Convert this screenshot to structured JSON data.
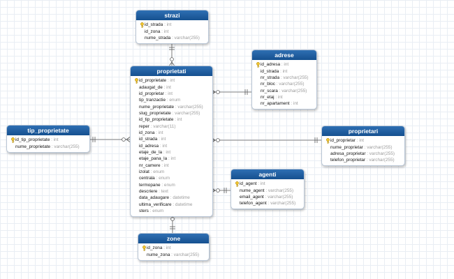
{
  "colors": {
    "header_top": "#2f6fb3",
    "header_bottom": "#15508f",
    "line": "#5a5a5a",
    "key_icon": "#f2c531",
    "type_text": "#9a9a9a"
  },
  "tables": [
    {
      "id": "strazi",
      "name": "strazi",
      "columns": [
        {
          "name": "id_strada",
          "type": "int",
          "pk": true
        },
        {
          "name": "id_zona",
          "type": "int",
          "pk": false
        },
        {
          "name": "nume_strada",
          "type": "varchar(255)",
          "pk": false
        }
      ]
    },
    {
      "id": "adrese",
      "name": "adrese",
      "columns": [
        {
          "name": "id_adresa",
          "type": "int",
          "pk": true
        },
        {
          "name": "id_strada",
          "type": "int",
          "pk": false
        },
        {
          "name": "nr_strada",
          "type": "varchar(255)",
          "pk": false
        },
        {
          "name": "nr_bloc",
          "type": "varchar(255)",
          "pk": false
        },
        {
          "name": "nr_scara",
          "type": "varchar(255)",
          "pk": false
        },
        {
          "name": "nr_etaj",
          "type": "int",
          "pk": false
        },
        {
          "name": "nr_apartament",
          "type": "int",
          "pk": false
        }
      ]
    },
    {
      "id": "proprietati",
      "name": "proprietati",
      "columns": [
        {
          "name": "id_proprietate",
          "type": "int",
          "pk": true
        },
        {
          "name": "adaugat_de",
          "type": "int",
          "pk": false
        },
        {
          "name": "id_proprietar",
          "type": "int",
          "pk": false
        },
        {
          "name": "tip_tranzactie",
          "type": "enum",
          "pk": false
        },
        {
          "name": "nume_proprietate",
          "type": "varchar(255)",
          "pk": false
        },
        {
          "name": "slug_proprietate",
          "type": "varchar(255)",
          "pk": false
        },
        {
          "name": "id_tip_proprietate",
          "type": "int",
          "pk": false
        },
        {
          "name": "reper",
          "type": "varchar(11)",
          "pk": false
        },
        {
          "name": "id_zona",
          "type": "int",
          "pk": false
        },
        {
          "name": "id_strada",
          "type": "int",
          "pk": false
        },
        {
          "name": "id_adresa",
          "type": "int",
          "pk": false
        },
        {
          "name": "etaje_de_la",
          "type": "int",
          "pk": false
        },
        {
          "name": "etaje_pana_la",
          "type": "int",
          "pk": false
        },
        {
          "name": "nr_camere",
          "type": "int",
          "pk": false
        },
        {
          "name": "izolat",
          "type": "enum",
          "pk": false
        },
        {
          "name": "centrala",
          "type": "enum",
          "pk": false
        },
        {
          "name": "termopane",
          "type": "enum",
          "pk": false
        },
        {
          "name": "descriere",
          "type": "text",
          "pk": false
        },
        {
          "name": "data_adaugare",
          "type": "datetime",
          "pk": false
        },
        {
          "name": "ultima_verificare",
          "type": "datetime",
          "pk": false
        },
        {
          "name": "sters",
          "type": "enum",
          "pk": false
        }
      ]
    },
    {
      "id": "tip_proprietate",
      "name": "tip_proprietate",
      "columns": [
        {
          "name": "id_tip_proprietate",
          "type": "int",
          "pk": true
        },
        {
          "name": "nume_proprietate",
          "type": "varchar(255)",
          "pk": false
        }
      ]
    },
    {
      "id": "proprietari",
      "name": "proprietari",
      "columns": [
        {
          "name": "id_proprietar",
          "type": "int",
          "pk": true
        },
        {
          "name": "nume_proprietar",
          "type": "varchar(255)",
          "pk": false
        },
        {
          "name": "adresa_proprietar",
          "type": "varchar(255)",
          "pk": false
        },
        {
          "name": "telefon_proprietar",
          "type": "varchar(255)",
          "pk": false
        }
      ]
    },
    {
      "id": "agenti",
      "name": "agenti",
      "columns": [
        {
          "name": "id_agent",
          "type": "int",
          "pk": true
        },
        {
          "name": "nume_agent",
          "type": "varchar(255)",
          "pk": false
        },
        {
          "name": "email_agent",
          "type": "varchar(255)",
          "pk": false
        },
        {
          "name": "telefon_agent",
          "type": "varchar(255)",
          "pk": false
        }
      ]
    },
    {
      "id": "zone",
      "name": "zone",
      "columns": [
        {
          "name": "id_zona",
          "type": "int",
          "pk": true
        },
        {
          "name": "nume_zona",
          "type": "varchar(255)",
          "pk": false
        }
      ]
    }
  ],
  "relationships": [
    {
      "from": "strazi",
      "to": "proprietati"
    },
    {
      "from": "adrese",
      "to": "proprietati"
    },
    {
      "from": "tip_proprietate",
      "to": "proprietati"
    },
    {
      "from": "proprietari",
      "to": "proprietati"
    },
    {
      "from": "agenti",
      "to": "proprietati"
    },
    {
      "from": "zone",
      "to": "proprietati"
    }
  ]
}
